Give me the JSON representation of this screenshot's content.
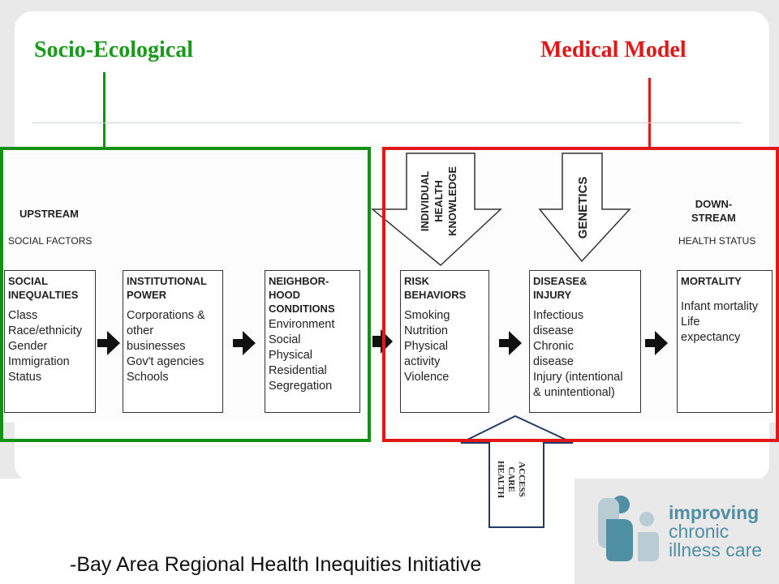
{
  "headings": {
    "left": "Socio-Ecological",
    "right": "Medical Model"
  },
  "colors": {
    "socio": "#1a9a1a",
    "medical": "#e01818",
    "logo": "#4f8fa3"
  },
  "diagram": {
    "upstream": "UPSTREAM",
    "social_factors": "SOCIAL FACTORS",
    "downstream": "DOWN-\nSTREAM",
    "health_status": "HEALTH STATUS",
    "boxes": [
      {
        "title": "SOCIAL\nINEQUALTIES",
        "body": "Class\nRace/ethnicity\nGender\nImmigration\n    Status"
      },
      {
        "title": "INSTITUTIONAL\nPOWER",
        "body": "Corporations &\n    other\n    businesses\nGov't agencies\nSchools"
      },
      {
        "title": "NEIGHBOR-\nHOOD\nCONDITIONS",
        "body": "Environment\n  Social\n  Physical\nResidential\n   Segregation"
      },
      {
        "title": "RISK\nBEHAVIORS",
        "body": "Smoking\nNutrition\nPhysical\n    activity\nViolence"
      },
      {
        "title": "DISEASE&\nINJURY",
        "body": "Infectious\n    disease\nChronic\n    disease\nInjury (intentional\n  & unintentional)"
      },
      {
        "title": "MORTALITY",
        "body": "Infant mortality\nLife\n    expectancy"
      }
    ],
    "arrow_knowledge": [
      "INDIVIDUAL",
      "HEALTH",
      "KNOWLEDGE"
    ],
    "arrow_genetics": "GENETICS",
    "arrow_access": [
      "HEALTH",
      "CARE",
      "ACCESS"
    ]
  },
  "footer": "-Bay Area Regional Health Inequities Initiative",
  "logo": {
    "line1": "improving",
    "line2": "chronic",
    "line3": "illness care"
  }
}
